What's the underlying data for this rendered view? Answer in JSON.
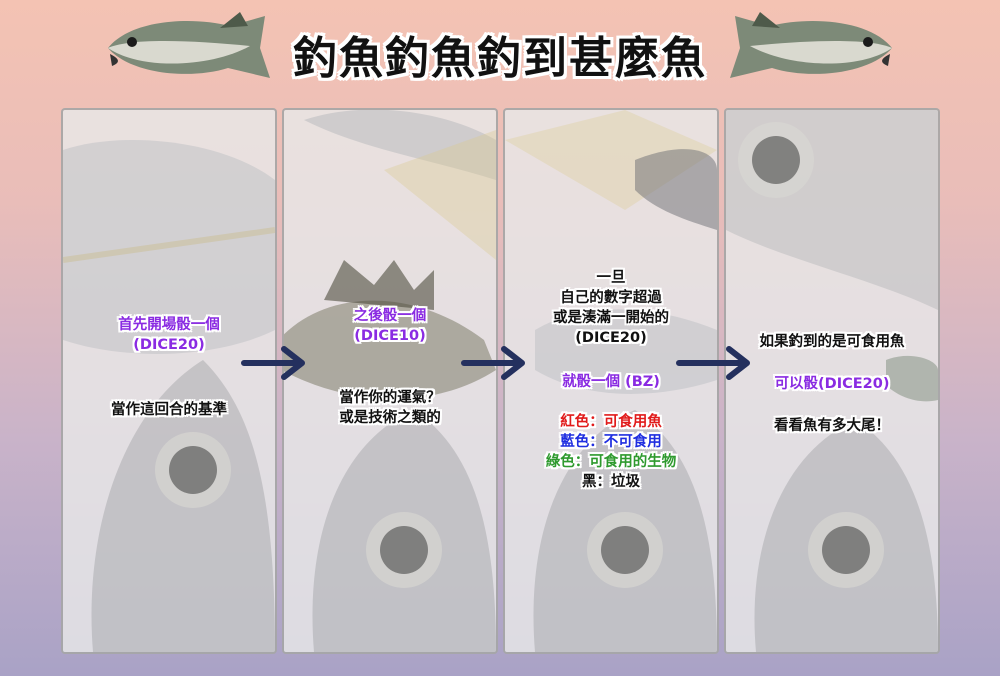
{
  "title": "釣魚釣魚釣到甚麼魚",
  "colors": {
    "highlight": "#8a2be2",
    "edible": "#e11b1b",
    "inedible": "#1f2ee0",
    "creature": "#2e9a2e",
    "trash": "#111111",
    "arrow": "#24305e"
  },
  "panels": [
    {
      "highlight": [
        "首先開場骰一個",
        "(DICE20)"
      ],
      "body": [
        "當作這回合的基準"
      ]
    },
    {
      "highlight": [
        "之後骰一個",
        "(DICE10)"
      ],
      "body": [
        "當作你的運氣？",
        "或是技術之類的"
      ]
    },
    {
      "intro": [
        "一旦",
        "自己的數字超過",
        "或是湊滿一開始的",
        "(DICE20)"
      ],
      "highlight": [
        "就骰一個 (BZ)"
      ],
      "legend": {
        "red": "紅色：可食用魚",
        "blue": "藍色：不可食用",
        "green": "綠色：可食用的生物",
        "black": "黑：垃圾"
      }
    },
    {
      "intro": [
        "如果釣到的是可食用魚"
      ],
      "highlight": [
        "可以骰(DICE20)"
      ],
      "body": [
        "看看魚有多大尾！"
      ]
    }
  ]
}
